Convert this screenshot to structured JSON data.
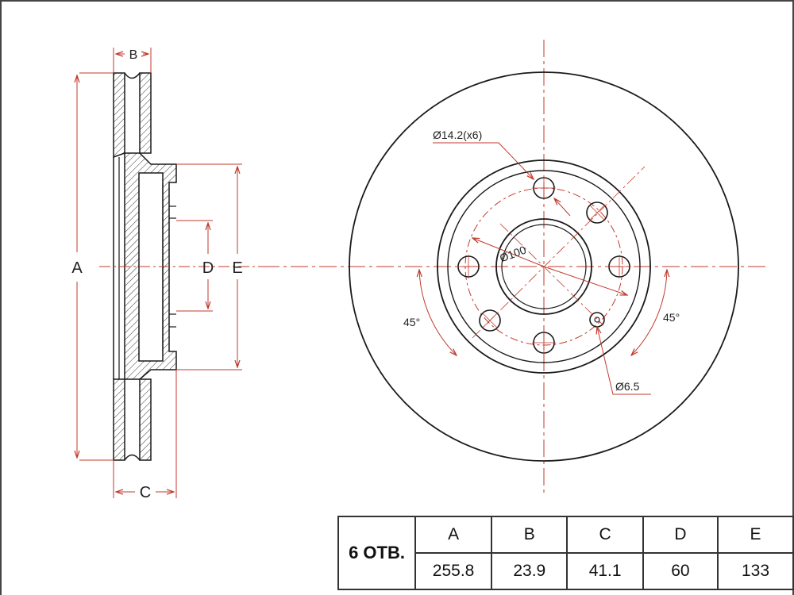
{
  "colors": {
    "drawing_line": "#1a1a1a",
    "dimension_line": "#c0392b",
    "text": "#222222"
  },
  "side_view": {
    "labels": {
      "a": "A",
      "b": "B",
      "c": "C",
      "d": "D",
      "e": "E"
    }
  },
  "front_view": {
    "bolt_hole_label": "Ø14.2(x6)",
    "pcd_label": "Ø100",
    "small_hole_label": "Ø6.5",
    "angle_left": "45°",
    "angle_right": "45°"
  },
  "spec_table": {
    "hole_count_label": "6 ОТВ.",
    "headers": [
      "A",
      "B",
      "C",
      "D",
      "E"
    ],
    "values": [
      "255.8",
      "23.9",
      "41.1",
      "60",
      "133"
    ]
  }
}
